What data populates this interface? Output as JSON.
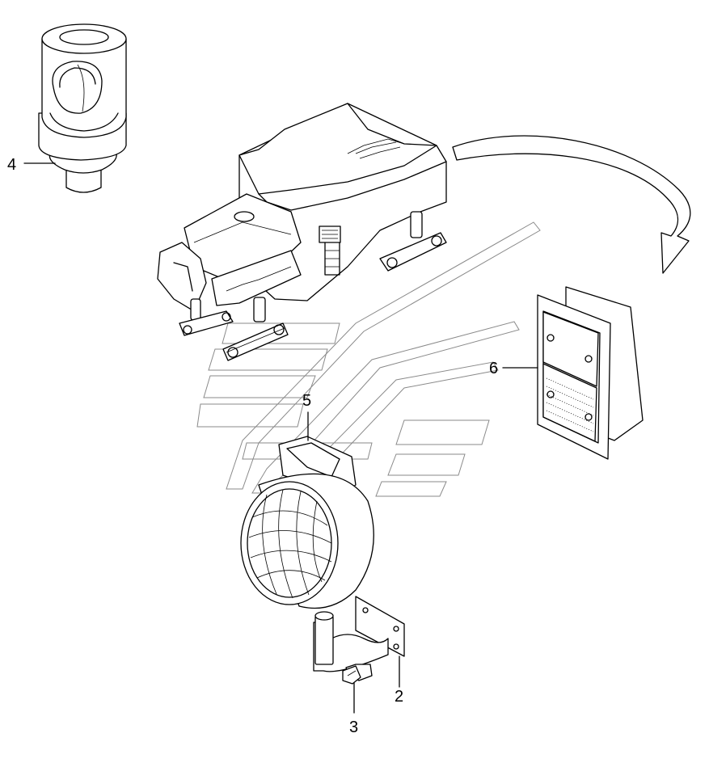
{
  "callouts": [
    {
      "id": "2",
      "label": "2"
    },
    {
      "id": "3",
      "label": "3"
    },
    {
      "id": "4",
      "label": "4"
    },
    {
      "id": "5",
      "label": "5"
    },
    {
      "id": "6",
      "label": "6"
    }
  ],
  "parts": [
    {
      "callout": "2",
      "icon": "mounting-bracket-icon"
    },
    {
      "callout": "3",
      "icon": "bolt-icon"
    },
    {
      "callout": "4",
      "icon": "rotating-beacon-icon"
    },
    {
      "callout": "5",
      "icon": "work-lamp-icon"
    },
    {
      "callout": "6",
      "icon": "switch-panel-icon"
    }
  ],
  "machine": {
    "icon": "cold-milling-machine-icon"
  },
  "colors": {
    "line": "#000000",
    "background_logo": "#8a8a8a",
    "paper": "#ffffff"
  }
}
